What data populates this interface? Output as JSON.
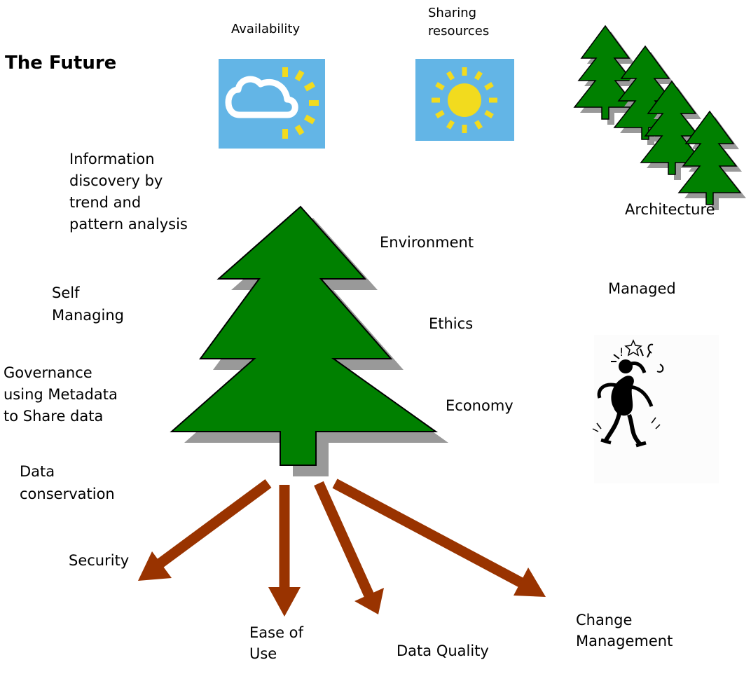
{
  "title": "The Future",
  "top_labels": {
    "availability": "Availability",
    "sharing_line1": "Sharing",
    "sharing_line2": "resources",
    "architecture": "Architecture"
  },
  "left_labels": {
    "info_discovery": [
      "Information",
      "discovery by",
      "trend and",
      "pattern analysis"
    ],
    "self_managing": [
      "Self",
      "Managing"
    ],
    "governance": [
      "Governance",
      "using Metadata",
      "to Share data"
    ],
    "data_conservation": [
      "Data",
      "conservation"
    ]
  },
  "right_labels": {
    "environment": "Environment",
    "ethics": "Ethics",
    "economy": "Economy",
    "managed": "Managed"
  },
  "root_labels": {
    "security": "Security",
    "ease_of_use": [
      "Ease of",
      "Use"
    ],
    "data_quality": "Data Quality",
    "change_management": [
      "Change",
      "Management"
    ]
  },
  "colors": {
    "tree_fill": "#008000",
    "tree_shadow": "#999999",
    "arrow": "#993300",
    "tile_bg": "#63b5e6",
    "sun": "#f2db1e"
  },
  "icons": {
    "availability_tile": "cloud-sun-icon",
    "sharing_tile": "sun-icon",
    "architecture_group": "tree-icon",
    "managed_figure": "stressed-person-icon"
  }
}
